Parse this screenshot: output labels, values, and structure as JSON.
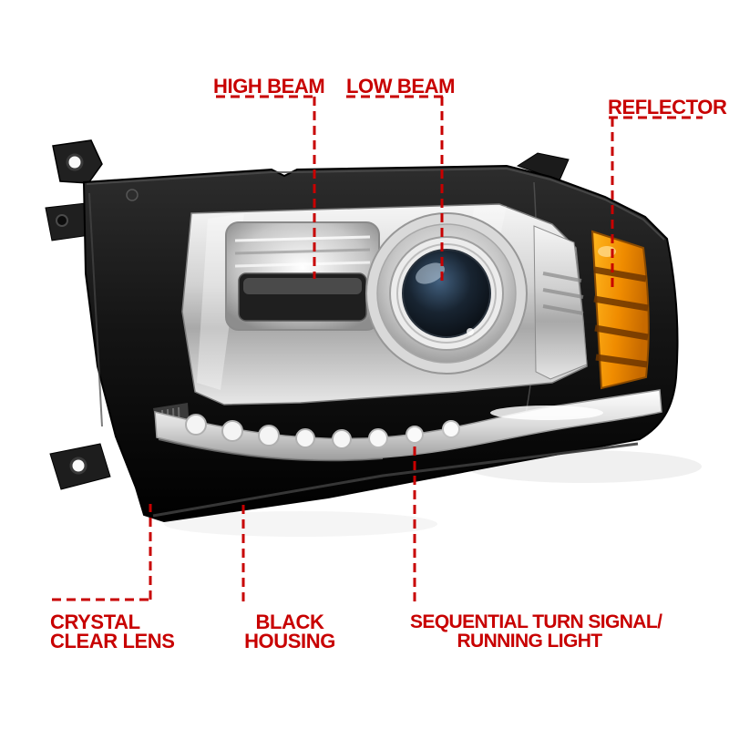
{
  "figure": {
    "title": "Projector headlight feature callout diagram",
    "background": "#ffffff"
  },
  "colors": {
    "callout_red": "#c80000",
    "amber_reflector": "#f08c00",
    "housing_black": "#141414",
    "chrome": "#d7d7d7"
  },
  "callouts": {
    "high_beam": {
      "label": "HIGH BEAM"
    },
    "low_beam": {
      "label": "LOW BEAM"
    },
    "reflector": {
      "label": "REFLECTOR"
    },
    "crystal_clear_lens": {
      "line1": "CRYSTAL",
      "line2": "CLEAR LENS"
    },
    "black_housing": {
      "line1": "BLACK",
      "line2": "HOUSING"
    },
    "sequential_turn_signal": {
      "line1": "SEQUENTIAL TURN SIGNAL/",
      "line2": "RUNNING LIGHT"
    }
  }
}
